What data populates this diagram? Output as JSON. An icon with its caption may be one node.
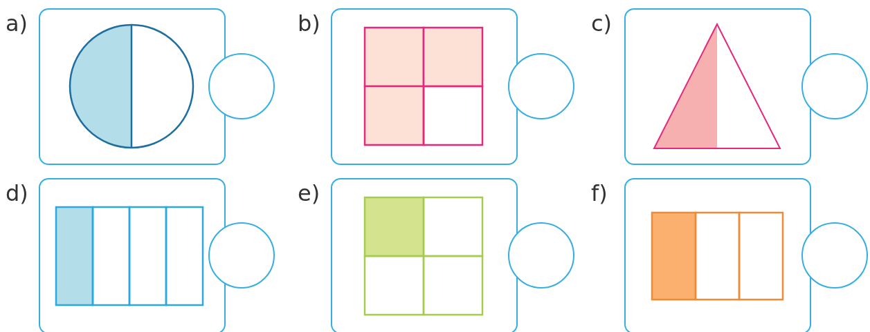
{
  "diagram": {
    "nodes": [
      {
        "text": [],
        "shape": "box",
        "beside": [
          "a)"
        ]
      },
      {
        "text": [],
        "shape": "circle"
      },
      {
        "text": [],
        "shape": "box",
        "beside": [
          "b)"
        ]
      },
      {
        "text": [],
        "shape": "circle"
      },
      {
        "text": [],
        "shape": "box",
        "beside": [
          "c)"
        ]
      },
      {
        "text": [],
        "shape": "circle"
      },
      {
        "text": [],
        "shape": "box",
        "beside": [
          "d)"
        ]
      },
      {
        "text": [],
        "shape": "circle"
      },
      {
        "text": [],
        "shape": "box",
        "beside": [
          "e)"
        ]
      },
      {
        "text": [],
        "shape": "circle"
      },
      {
        "text": [],
        "shape": "box",
        "beside": [
          "f)"
        ]
      },
      {
        "text": [],
        "shape": "circle"
      }
    ]
  }
}
